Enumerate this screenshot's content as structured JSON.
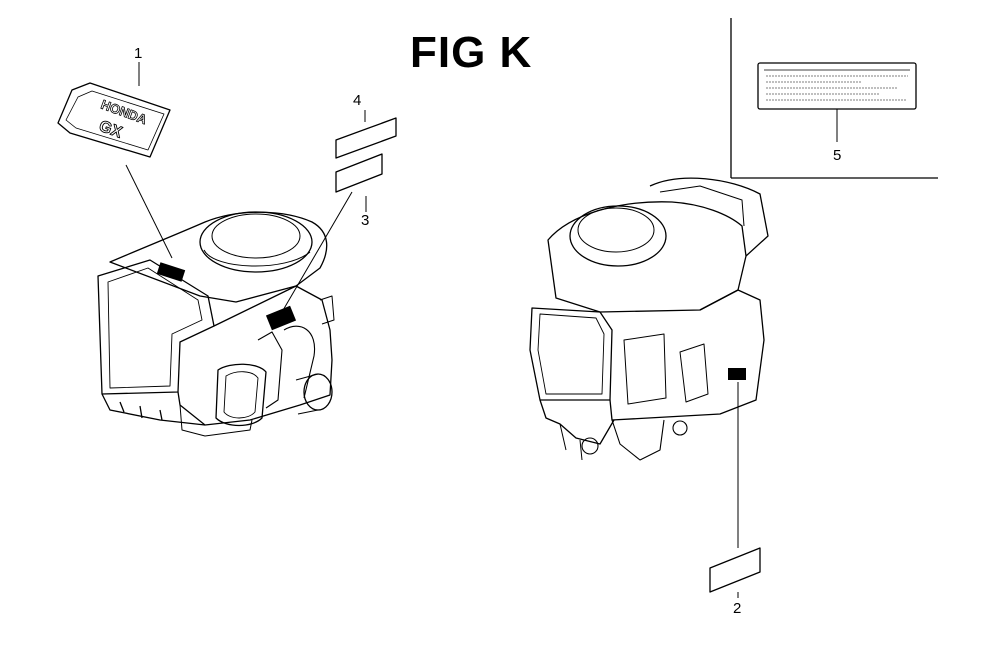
{
  "figure": {
    "title": "FIG K"
  },
  "callouts": [
    "1",
    "2",
    "3",
    "4",
    "5"
  ],
  "emblem": {
    "brand": "HONDA",
    "model": "GX"
  }
}
